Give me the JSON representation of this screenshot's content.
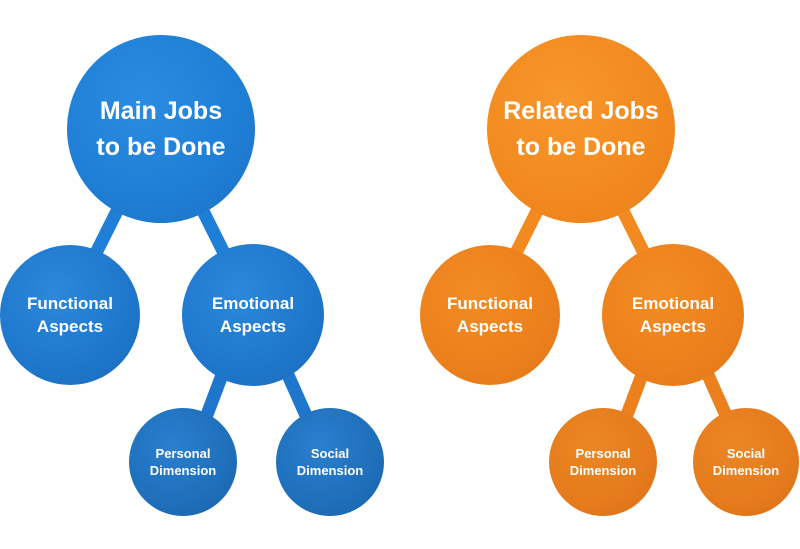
{
  "left_tree": {
    "root": "Main Jobs\nto be Done",
    "functional": "Functional\nAspects",
    "emotional": "Emotional\nAspects",
    "personal": "Personal\nDimension",
    "social": "Social\nDimension",
    "color": "#1f7fd6"
  },
  "right_tree": {
    "root": "Related Jobs\nto be Done",
    "functional": "Functional\nAspects",
    "emotional": "Emotional\nAspects",
    "personal": "Personal\nDimension",
    "social": "Social\nDimension",
    "color": "#f28a1f"
  }
}
